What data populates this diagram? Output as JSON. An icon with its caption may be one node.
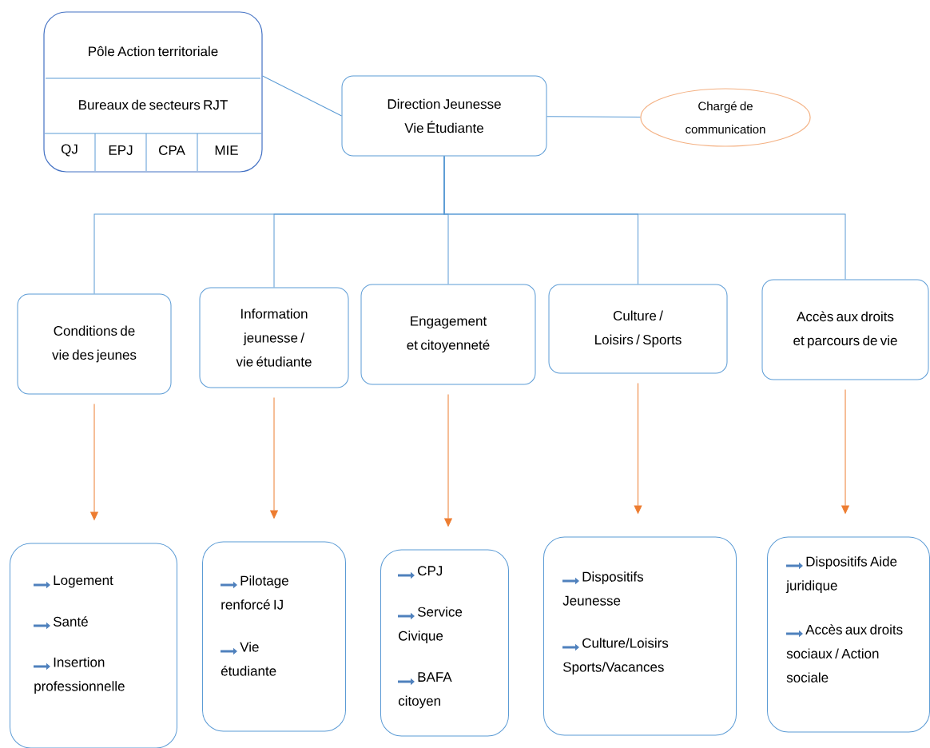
{
  "diagram": {
    "nodes": [
      {
        "text": [
          "Pôle Action territoriale",
          "Bureaux de secteurs RJT"
        ]
      },
      {
        "text": [
          "QJ"
        ],
        "in": 0
      },
      {
        "text": [
          "EPJ"
        ],
        "in": 0
      },
      {
        "text": [
          "CPA"
        ],
        "in": 0
      },
      {
        "text": [
          "MIE"
        ],
        "in": 0
      },
      {
        "text": [
          "Direction Jeunesse Vie Étudiante"
        ]
      },
      {
        "text": [
          "Chargé de communication"
        ]
      },
      {
        "text": [
          "Conditions de vie des jeunes"
        ]
      },
      {
        "text": [
          "Information jeunesse / vie étudiante"
        ]
      },
      {
        "text": [
          "Engagement et citoyenneté"
        ]
      },
      {
        "text": [
          "Culture / Loisirs / Sports"
        ]
      },
      {
        "text": [
          "Accès aux droits et parcours de vie"
        ]
      },
      {
        "text": [
          "Logement",
          "Santé",
          "Insertion professionnelle"
        ]
      },
      {
        "text": [
          "Pilotage renforcé IJ",
          "Vie étudiante"
        ]
      },
      {
        "text": [
          "CPJ",
          "Service Civique",
          "BAFA citoyen"
        ]
      },
      {
        "text": [
          "Dispositifs Jeunesse",
          "Culture/Loisirs Sports/Vacances"
        ]
      },
      {
        "text": [
          "Dispositifs Aide juridique",
          "Accès aux droits sociaux / Action sociale"
        ]
      }
    ],
    "edges": [
      {
        "from": 0,
        "to": 5,
        "arrow": "none"
      },
      {
        "from": 5,
        "to": 6,
        "arrow": "none"
      },
      {
        "from": 5,
        "to": 7,
        "arrow": "none"
      },
      {
        "from": 5,
        "to": 8,
        "arrow": "none"
      },
      {
        "from": 5,
        "to": 9,
        "arrow": "none"
      },
      {
        "from": 5,
        "to": 10,
        "arrow": "none"
      },
      {
        "from": 5,
        "to": 11,
        "arrow": "none"
      },
      {
        "from": 7,
        "to": 12,
        "arrow": "to",
        "color": "#ed7d31"
      },
      {
        "from": 8,
        "to": 13,
        "arrow": "to",
        "color": "#ed7d31"
      },
      {
        "from": 9,
        "to": 14,
        "arrow": "to",
        "color": "#ed7d31"
      },
      {
        "from": 10,
        "to": 15,
        "arrow": "to",
        "color": "#ed7d31"
      },
      {
        "from": 11,
        "to": 16,
        "arrow": "to",
        "color": "#ed7d31"
      }
    ]
  }
}
